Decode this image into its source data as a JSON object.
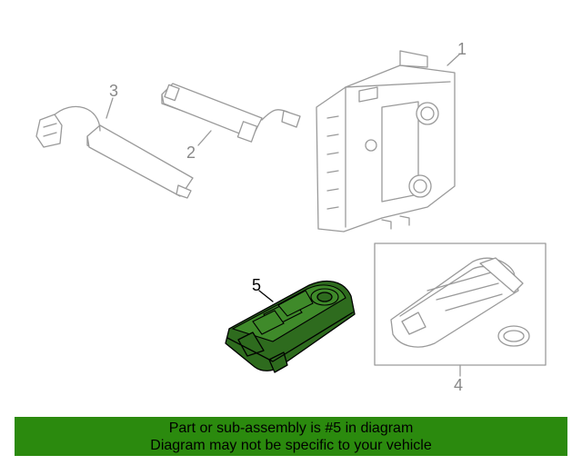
{
  "callouts": {
    "c1": "1",
    "c2": "2",
    "c3": "3",
    "c4": "4",
    "c5": "5"
  },
  "banner": {
    "line1": "Part or sub-assembly is #5 in diagram",
    "line2": "Diagram may not be specific to your vehicle",
    "background": "#2b8a0e"
  },
  "highlight_color": "#2e6b1e"
}
